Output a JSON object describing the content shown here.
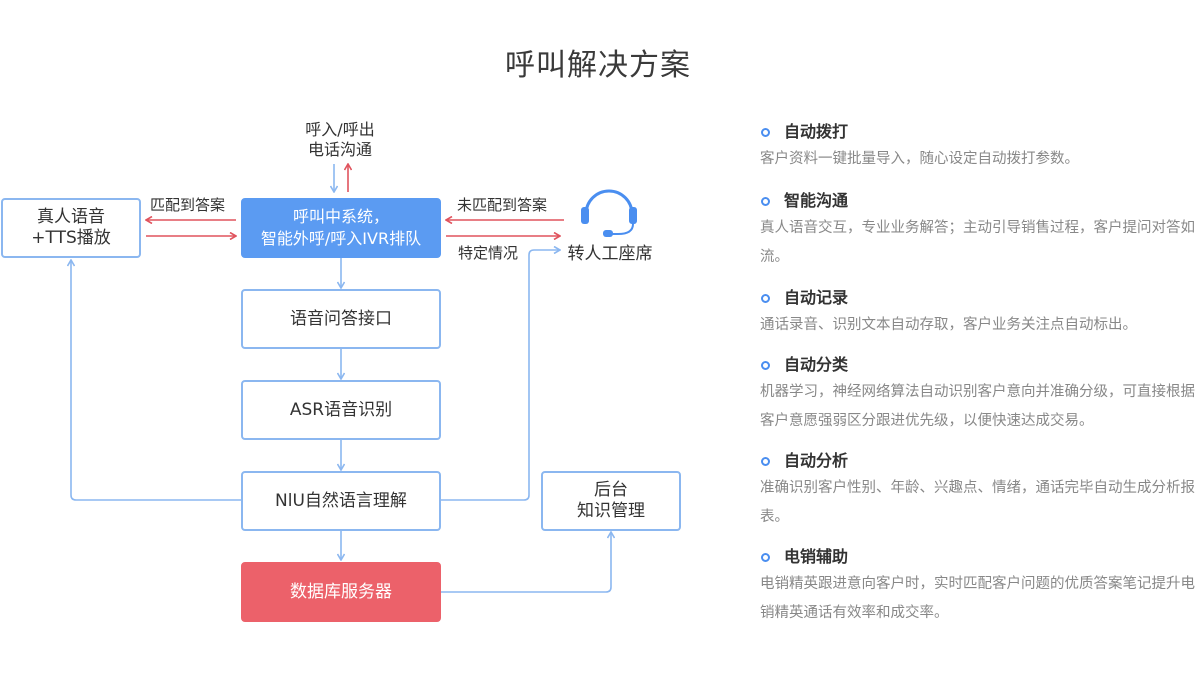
{
  "title": "呼叫解决方案",
  "diagram": {
    "call_io": [
      "呼入/呼出",
      "电话沟通"
    ],
    "real_voice": [
      "真人语音",
      "+TTS播放"
    ],
    "call_center": [
      "呼叫中系统，",
      "智能外呼/呼入IVR排队"
    ],
    "voice_qa": "语音问答接口",
    "asr": "ASR语音识别",
    "nlu": "NlU自然语言理解",
    "database": "数据库服务器",
    "backend": [
      "后台",
      "知识管理"
    ],
    "agent_seat": "转人工座席",
    "label_matched": "匹配到答案",
    "label_unmatched": "未匹配到答案",
    "label_special": "特定情况",
    "colors": {
      "blue_line": "#8bb7f0",
      "red_line": "#e0535d",
      "box_blue": "#5b9bf2",
      "box_red": "#ec616a",
      "dot": "#4a8ef0"
    }
  },
  "features": [
    {
      "title": "自动拨打",
      "desc": "客户资料一键批量导入，随心设定自动拨打参数。"
    },
    {
      "title": "智能沟通",
      "desc": "真人语音交互，专业业务解答；主动引导销售过程，客户提问对答如流。"
    },
    {
      "title": "自动记录",
      "desc": "通话录音、识别文本自动存取，客户业务关注点自动标出。"
    },
    {
      "title": "自动分类",
      "desc": "机器学习，神经网络算法自动识别客户意向并准确分级，可直接根据客户意愿强弱区分跟进优先级，以便快速达成交易。"
    },
    {
      "title": "自动分析",
      "desc": "准确识别客户性别、年龄、兴趣点、情绪，通话完毕自动生成分析报表。"
    },
    {
      "title": "电销辅助",
      "desc": "电销精英跟进意向客户时，实时匹配客户问题的优质答案笔记提升电销精英通话有效率和成交率。"
    }
  ]
}
